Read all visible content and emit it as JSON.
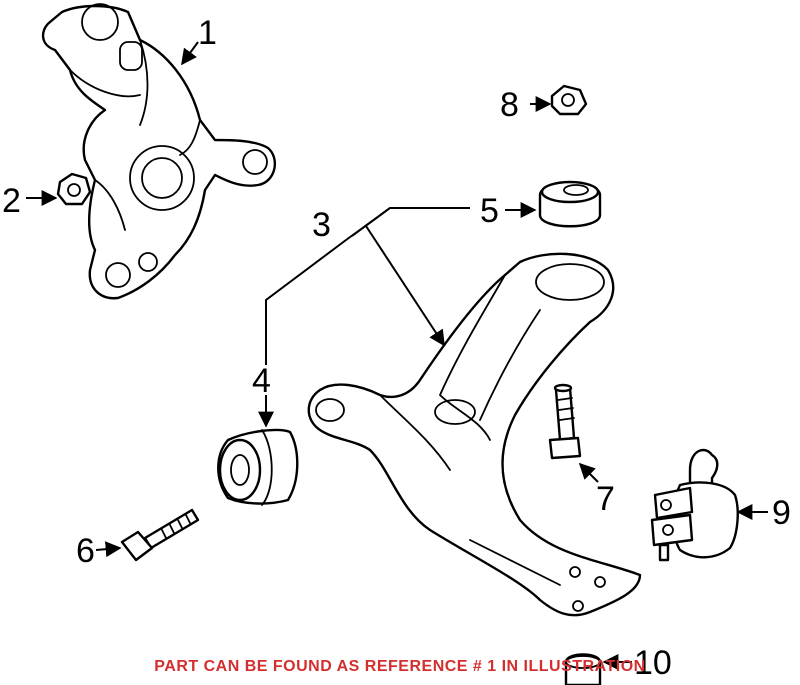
{
  "callouts": [
    "1",
    "2",
    "3",
    "4",
    "5",
    "6",
    "7",
    "8",
    "9",
    "10"
  ],
  "notice": "PART CAN BE FOUND AS REFERENCE # 1 IN ILLUSTRATION",
  "notice_color": "#d32f2f"
}
